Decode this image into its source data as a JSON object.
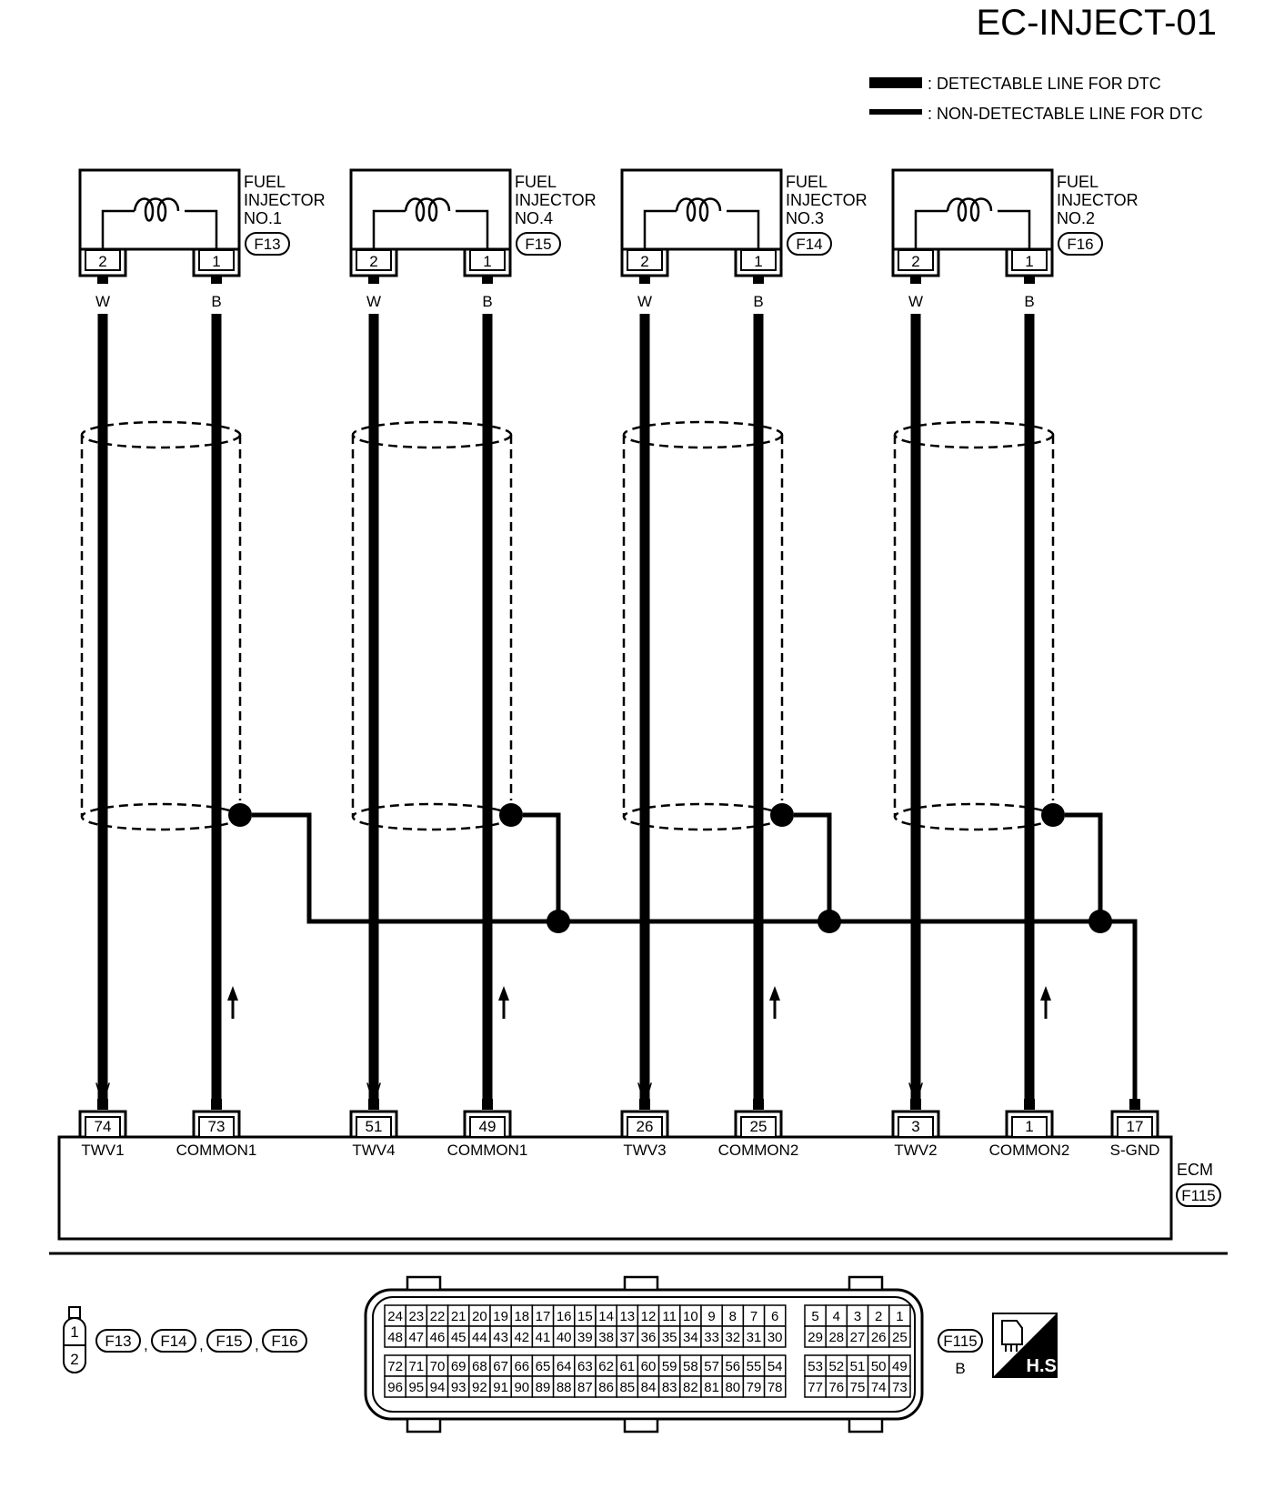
{
  "title": "EC-INJECT-01",
  "legend": {
    "detectable": ": DETECTABLE LINE FOR DTC",
    "non_detectable": ": NON-DETECTABLE LINE FOR DTC"
  },
  "injectors": [
    {
      "lines": [
        "FUEL",
        "INJECTOR",
        "NO.1"
      ],
      "connector": "F13",
      "pins": [
        "2",
        "1"
      ],
      "wire_colors": [
        "W",
        "B"
      ]
    },
    {
      "lines": [
        "FUEL",
        "INJECTOR",
        "NO.4"
      ],
      "connector": "F15",
      "pins": [
        "2",
        "1"
      ],
      "wire_colors": [
        "W",
        "B"
      ]
    },
    {
      "lines": [
        "FUEL",
        "INJECTOR",
        "NO.3"
      ],
      "connector": "F14",
      "pins": [
        "2",
        "1"
      ],
      "wire_colors": [
        "W",
        "B"
      ]
    },
    {
      "lines": [
        "FUEL",
        "INJECTOR",
        "NO.2"
      ],
      "connector": "F16",
      "pins": [
        "2",
        "1"
      ],
      "wire_colors": [
        "W",
        "B"
      ]
    }
  ],
  "ecm": {
    "label": "ECM",
    "connector": "F115",
    "terminals": [
      {
        "pin": "74",
        "name": "TWV1",
        "color": "W"
      },
      {
        "pin": "73",
        "name": "COMMON1",
        "color": "B"
      },
      {
        "pin": "51",
        "name": "TWV4",
        "color": "W"
      },
      {
        "pin": "49",
        "name": "COMMON1",
        "color": "B"
      },
      {
        "pin": "26",
        "name": "TWV3",
        "color": "W"
      },
      {
        "pin": "25",
        "name": "COMMON2",
        "color": "B"
      },
      {
        "pin": "3",
        "name": "TWV2",
        "color": "W"
      },
      {
        "pin": "1",
        "name": "COMMON2",
        "color": "B"
      },
      {
        "pin": "17",
        "name": "S-GND",
        "color": ""
      }
    ]
  },
  "connector_legend": {
    "small": {
      "pins": [
        "1",
        "2"
      ],
      "ids": [
        "F13",
        "F14",
        "F15",
        "F16"
      ],
      "separator": ","
    },
    "large": {
      "id": "F115",
      "color": "B",
      "badge": "H.S.",
      "rows_left": [
        [
          "24",
          "23",
          "22",
          "21",
          "20",
          "19",
          "18",
          "17",
          "16",
          "15",
          "14",
          "13",
          "12",
          "11",
          "10",
          "9",
          "8",
          "7",
          "6"
        ],
        [
          "48",
          "47",
          "46",
          "45",
          "44",
          "43",
          "42",
          "41",
          "40",
          "39",
          "38",
          "37",
          "36",
          "35",
          "34",
          "33",
          "32",
          "31",
          "30"
        ],
        [
          "72",
          "71",
          "70",
          "69",
          "68",
          "67",
          "66",
          "65",
          "64",
          "63",
          "62",
          "61",
          "60",
          "59",
          "58",
          "57",
          "56",
          "55",
          "54"
        ],
        [
          "96",
          "95",
          "94",
          "93",
          "92",
          "91",
          "90",
          "89",
          "88",
          "87",
          "86",
          "85",
          "84",
          "83",
          "82",
          "81",
          "80",
          "79",
          "78"
        ]
      ],
      "rows_right": [
        [
          "5",
          "4",
          "3",
          "2",
          "1"
        ],
        [
          "29",
          "28",
          "27",
          "26",
          "25"
        ],
        [
          "53",
          "52",
          "51",
          "50",
          "49"
        ],
        [
          "77",
          "76",
          "75",
          "74",
          "73"
        ]
      ]
    }
  }
}
